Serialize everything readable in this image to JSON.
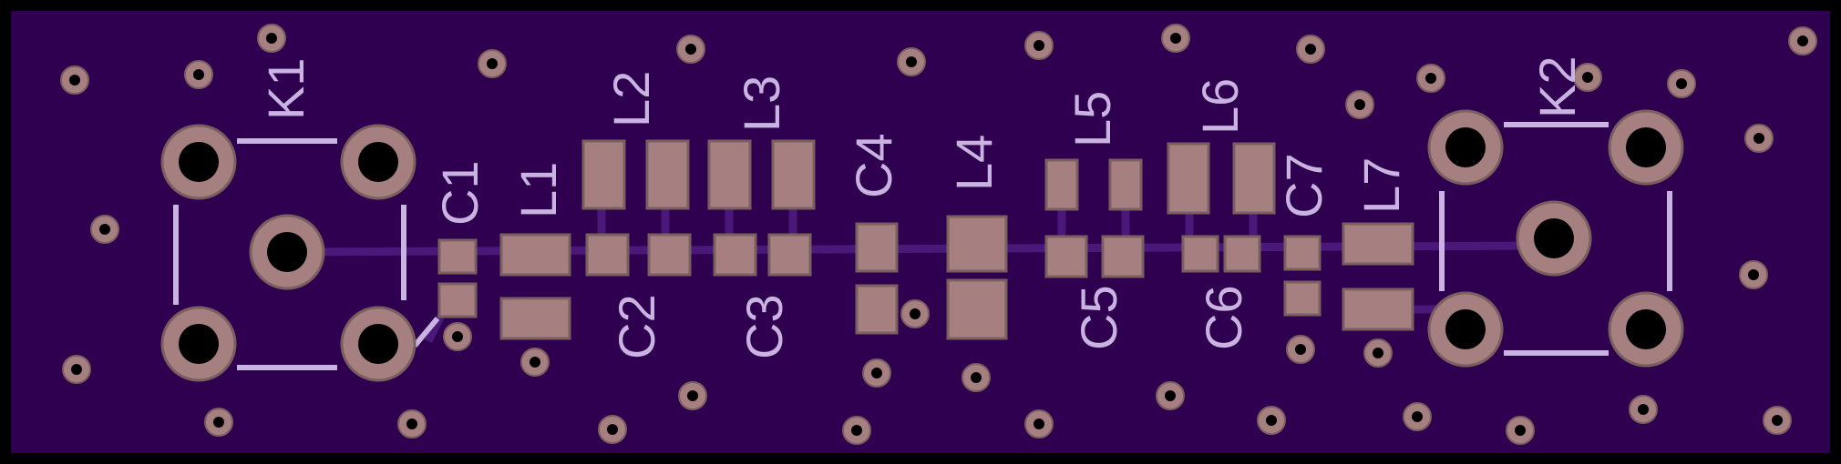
{
  "board": {
    "colors": {
      "substrate": "#2f004f",
      "border": "#000000",
      "copper": "#a68080",
      "pad_outline": "#7a5f5f",
      "hole": "#000000",
      "silkscreen": "#c9b3e0",
      "trace": "#4a1878"
    }
  },
  "labels": {
    "k1": "K1",
    "k2": "K2",
    "c1": "C1",
    "c2": "C2",
    "c3": "C3",
    "c4": "C4",
    "c5": "C5",
    "c6": "C6",
    "c7": "C7",
    "l1": "L1",
    "l2": "L2",
    "l3": "L3",
    "l4": "L4",
    "l5": "L5",
    "l6": "L6",
    "l7": "L7"
  }
}
